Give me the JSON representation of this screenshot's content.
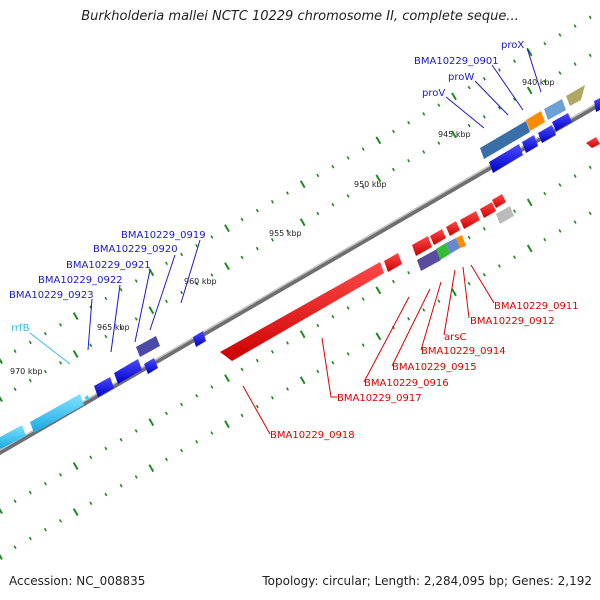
{
  "title": "Burkholderia mallei NCTC 10229 chromosome II, complete seque...",
  "footer": {
    "accession": "Accession: NC_008835",
    "topology": "Topology: circular; Length: 2,284,095 bp; Genes: 2,192"
  },
  "ticks": [
    "940 kbp",
    "945 kbp",
    "950 kbp",
    "955 kbp",
    "960 kbp",
    "965 kbp",
    "970 kbp"
  ],
  "labels": {
    "proX": "proX",
    "bma0901": "BMA10229_0901",
    "proW": "proW",
    "proV": "proV",
    "bma0919": "BMA10229_0919",
    "bma0920": "BMA10229_0920",
    "bma0921": "BMA10229_0921",
    "bma0922": "BMA10229_0922",
    "bma0923": "BMA10229_0923",
    "rrfB": "rrfB",
    "bma0911": "BMA10229_0911",
    "bma0912": "BMA10229_0912",
    "arsC": "arsC",
    "bma0914": "BMA10229_0914",
    "bma0915": "BMA10229_0915",
    "bma0916": "BMA10229_0916",
    "bma0917": "BMA10229_0917",
    "bma0918": "BMA10229_0918"
  },
  "colors": {
    "forward_gene": "#0000ee",
    "reverse_gene": "#ee0000",
    "rna_gene": "#33ccff",
    "backbone": "#777777",
    "tick": "#228822"
  }
}
